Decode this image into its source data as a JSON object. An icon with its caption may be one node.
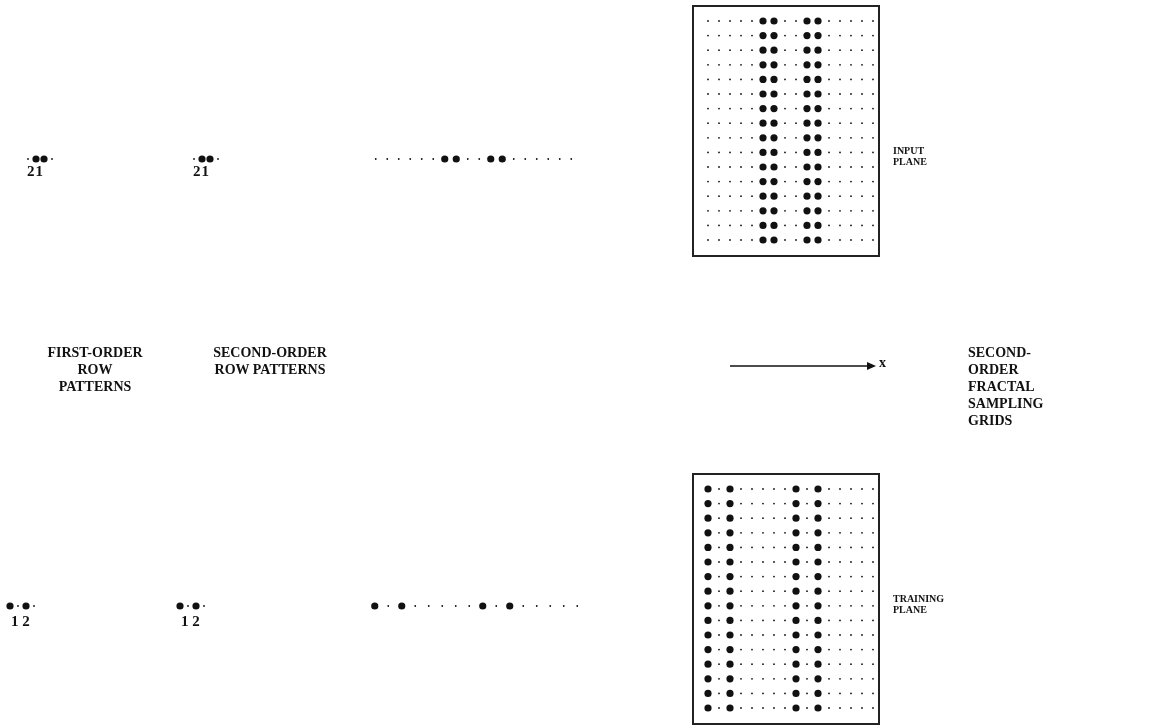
{
  "diagram": {
    "labels": [
      "21",
      "21",
      "INPUT PLANE",
      "FIRST-ORDER ROW PATTERNS",
      "SECOND-ORDER ROW PATTERNS",
      "x",
      "SECOND-ORDER FRACTAL SAMPLING GRIDS",
      "1 2",
      "1 2",
      "TRAINING PLANE"
    ]
  }
}
